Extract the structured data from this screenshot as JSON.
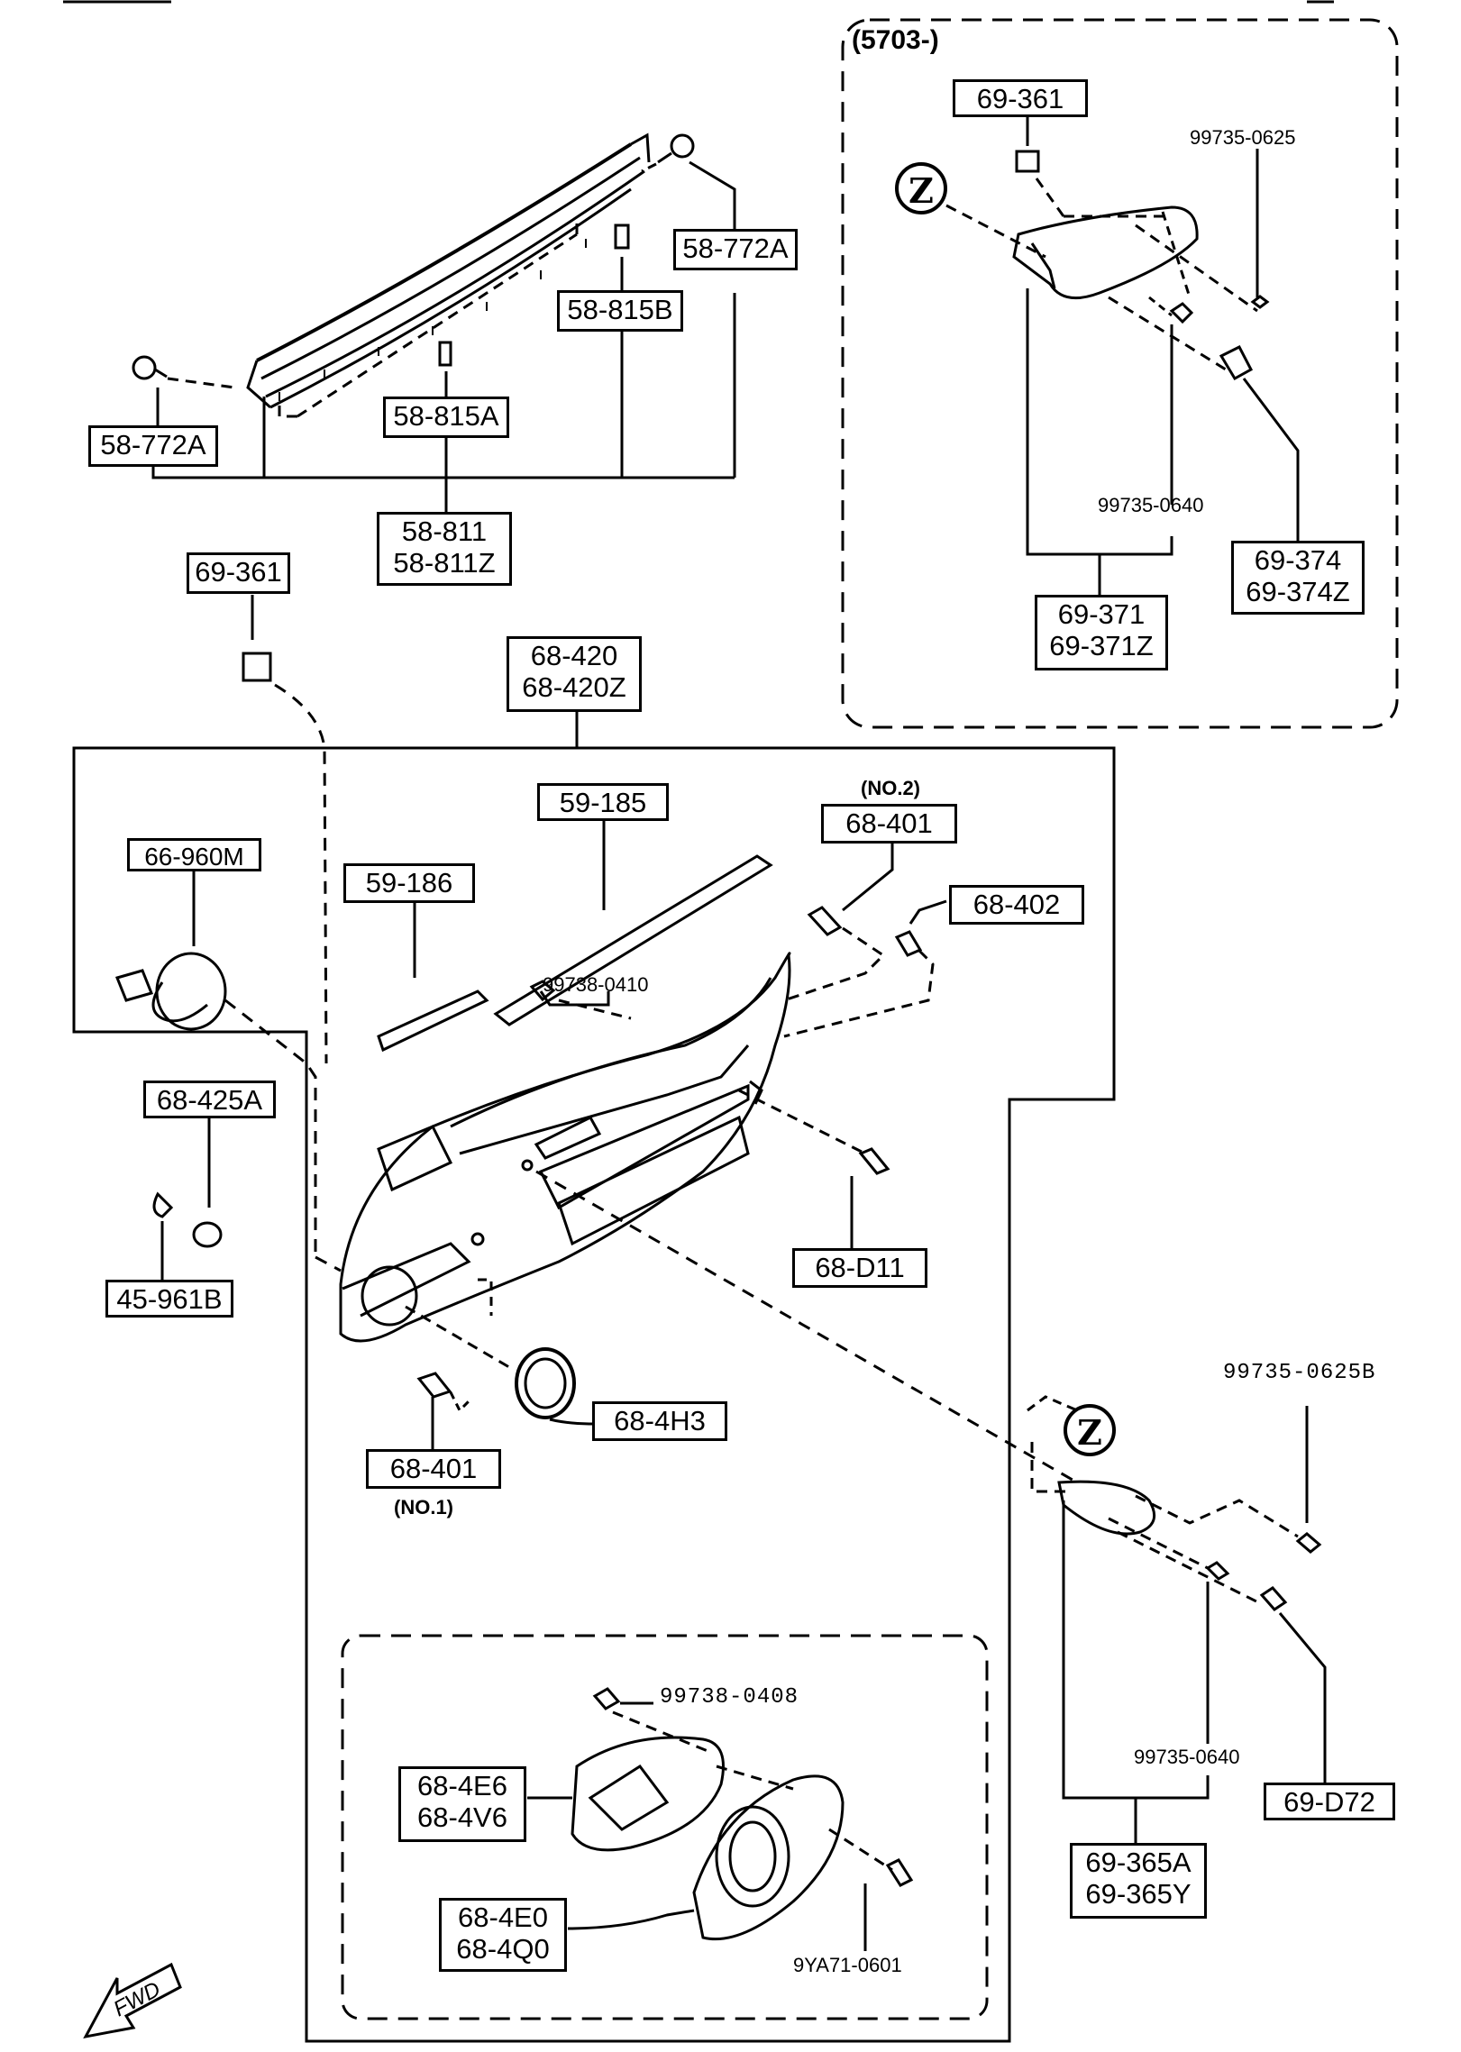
{
  "labels": {
    "p58_772a_right": "58-772A",
    "p58_815b": "58-815B",
    "p58_815a": "58-815A",
    "p58_772a_left": "58-772A",
    "p58_811": "58-811",
    "p58_811z": "58-811Z",
    "p69_361_left": "69-361",
    "p68_420": "68-420",
    "p68_420z": "68-420Z",
    "p59_185": "59-185",
    "p59_186": "59-186",
    "p66_960m": "66-960M",
    "no2": "(NO.2)",
    "p68_401_top": "68-401",
    "p68_402": "68-402",
    "p99738_0410": "99738-0410",
    "p68_425a": "68-425A",
    "p45_961b": "45-961B",
    "p68_d11": "68-D11",
    "p68_4h3": "68-4H3",
    "p68_401_bottom": "68-401",
    "no1": "(NO.1)",
    "p99738_0408": "99738-0408",
    "p68_4e6": "68-4E6",
    "p68_4v6": "68-4V6",
    "p68_4e0": "68-4E0",
    "p68_4q0": "68-4Q0",
    "p9ya71_0601": "9YA71-0601",
    "p99735_0625b": "99735-0625B",
    "p99735_0640_lower": "99735-0640",
    "p69_d72": "69-D72",
    "p69_365a": "69-365A",
    "p69_365y": "69-365Y",
    "inset_title": "(5703-)",
    "p69_361_inset": "69-361",
    "p99735_0625": "99735-0625",
    "p99735_0640_inset": "99735-0640",
    "p69_374": "69-374",
    "p69_374z": "69-374Z",
    "p69_371": "69-371",
    "p69_371z": "69-371Z",
    "zone_z_top": "Z",
    "zone_z_lower": "Z",
    "fwd": "FWD"
  }
}
